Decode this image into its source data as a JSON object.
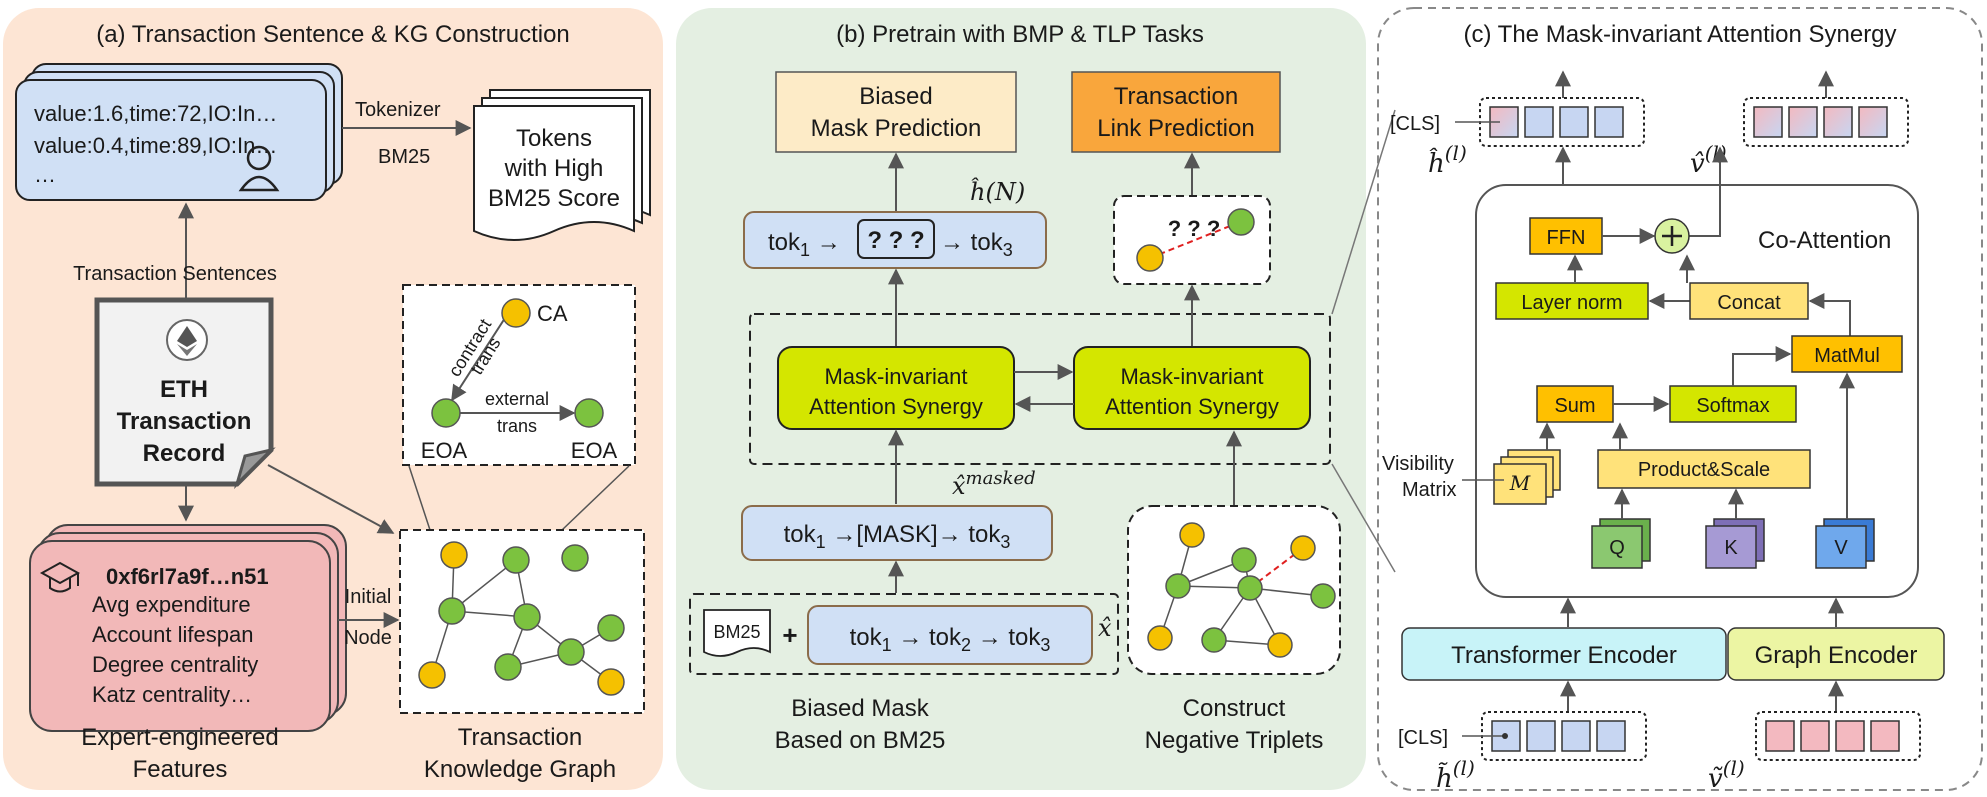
{
  "panels": {
    "a": {
      "title": "(a)  Transaction Sentence & KG Construction"
    },
    "b": {
      "title": "(b)  Pretrain with BMP & TLP Tasks"
    },
    "c": {
      "title": "(c)  The Mask-invariant Attention Synergy"
    }
  },
  "panel_a": {
    "sentence_line1": "value:1.6,time:72,IO:In…",
    "sentence_line2": "value:0.4,time:89,IO:In…",
    "sentence_line3": "…",
    "tokenizer": "Tokenizer",
    "bm25": "BM25",
    "tokens_line1": "Tokens",
    "tokens_line2": "with High",
    "tokens_line3": "BM25 Score",
    "transaction_sentences": "Transaction  Sentences",
    "eth_line1": "ETH",
    "eth_line2": "Transaction",
    "eth_line3": "Record",
    "address": "0xf6rl7a9f…n51",
    "feature1": "Avg expenditure",
    "feature2": "Account lifespan",
    "feature3": "Degree centrality",
    "feature4": "Katz centrality…",
    "expert_line1": "Expert-engineered",
    "expert_line2": "Features",
    "initial": "Initial",
    "node": "Node",
    "kg_line1": "Transaction",
    "kg_line2": "Knowledge Graph",
    "ca": "CA",
    "contract": "contract",
    "trans": "trans",
    "external": "external",
    "trans2": "trans",
    "eoa1": "EOA",
    "eoa2": "EOA"
  },
  "panel_b": {
    "bmp_line1": "Biased",
    "bmp_line2": "Mask Prediction",
    "tlp_line1": "Transaction",
    "tlp_line2": "Link Prediction",
    "h_n": "ĥ(N)",
    "tok1": "tok",
    "sub1": "1",
    "arrow": "→",
    "qmarks": "? ? ?",
    "tok3": "tok",
    "sub3": "3",
    "link_q": "? ? ?",
    "mas1_line1": "Mask-invariant",
    "mas1_line2": "Attention Synergy",
    "mas2_line1": "Mask-invariant",
    "mas2_line2": "Attention Synergy",
    "x_masked": "x̂",
    "x_masked_sup": "masked",
    "mask_seq": "[MASK]",
    "bm25_doc": "BM25",
    "plus": "+",
    "tok2": "tok",
    "sub2": "2",
    "x_hat": "x̂",
    "biased_line1": "Biased Mask",
    "biased_line2": "Based on BM25",
    "neg_line1": "Construct",
    "neg_line2": "Negative Triplets"
  },
  "panel_c": {
    "cls_top": "[CLS]",
    "h_l": "ĥ",
    "v_l": "v̂",
    "sup_l": "(l)",
    "ffn": "FFN",
    "co_attention": "Co-Attention",
    "layer_norm": "Layer norm",
    "concat": "Concat",
    "matmul": "MatMul",
    "sum": "Sum",
    "softmax": "Softmax",
    "visibility_line1": "Visibility",
    "visibility_line2": "Matrix",
    "m": "M",
    "product_scale": "Product&Scale",
    "q": "Q",
    "k": "K",
    "v": "V",
    "transformer_encoder": "Transformer Encoder",
    "graph_encoder": "Graph Encoder",
    "cls_bottom": "[CLS]",
    "h_tilde": "h̃",
    "v_tilde": "ṽ"
  }
}
